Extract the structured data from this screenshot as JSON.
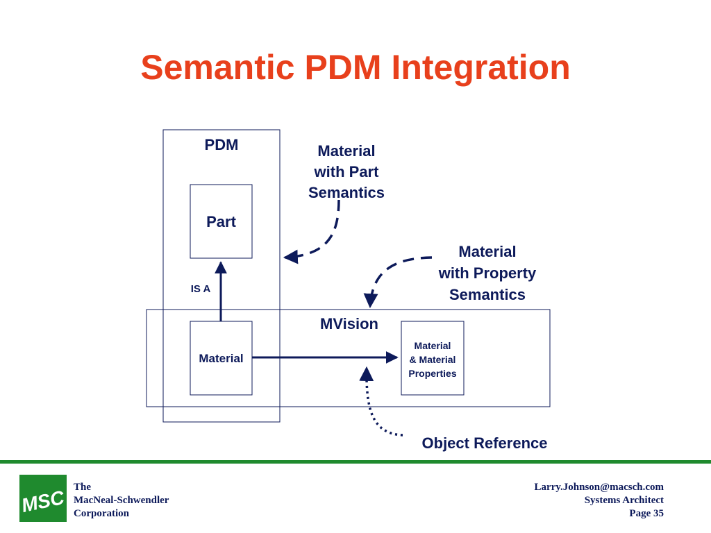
{
  "title": "Semantic PDM Integration",
  "diagram": {
    "pdm_label": "PDM",
    "part_label": "Part",
    "is_a_label": "IS A",
    "material_label": "Material",
    "mvision_label": "MVision",
    "material_props_lines": [
      "Material",
      "& Material",
      "Properties"
    ],
    "part_semantics_lines": [
      "Material",
      "with Part",
      "Semantics"
    ],
    "property_semantics_lines": [
      "Material",
      "with Property",
      "Semantics"
    ],
    "object_reference_label": "Object Reference"
  },
  "footer": {
    "company_lines": [
      "The",
      "MacNeal-Schwendler",
      "Corporation"
    ],
    "email": "Larry.Johnson@macsch.com",
    "role": "Systems Architect",
    "page": "Page 35",
    "logo_text": "MSC"
  },
  "colors": {
    "title": "#e8401c",
    "text": "#0d1a5a",
    "footer_rule": "#1f8a2e"
  }
}
